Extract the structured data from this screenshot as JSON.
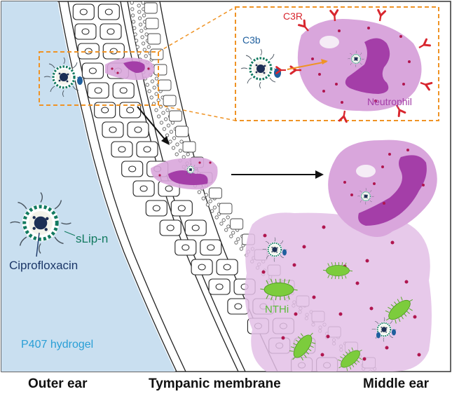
{
  "labels": {
    "c3r": "C3R",
    "c3b": "C3b",
    "neutrophil": "Neutrophil",
    "slip_n": "sLip-n",
    "ciprofloxacin": "Ciprofloxacin",
    "nthi": "NTHi",
    "hydrogel": "P407 hydrogel"
  },
  "regions": {
    "outer_ear": "Outer ear",
    "tympanic_membrane": "Tympanic membrane",
    "middle_ear": "Middle ear"
  },
  "colors": {
    "hydrogel": "#c9dff0",
    "hydrogel_text": "#2a9fd6",
    "neutrophil_fill": "#d9a6dc",
    "neutrophil_nucleus": "#a43ea8",
    "granule": "#b0164f",
    "c3r": "#d8262e",
    "c3b": "#1f5f9e",
    "liposome_ring": "#127a60",
    "liposome_core": "#1c2f55",
    "nthi": "#7ccc3c",
    "nthi_text": "#5cbd3a",
    "callout_border": "#ef9325",
    "arrow_orange": "#ef9325",
    "sLip_text": "#127a60",
    "cipro_text": "#1c3768"
  }
}
